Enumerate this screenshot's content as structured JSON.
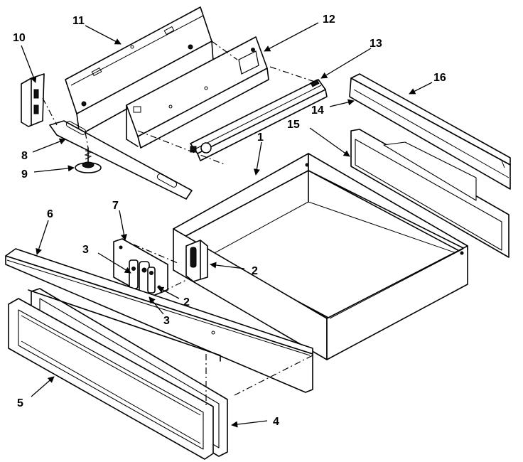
{
  "diagram": {
    "callouts": [
      {
        "id": "c1",
        "label": "1"
      },
      {
        "id": "c2a",
        "label": "2"
      },
      {
        "id": "c2b",
        "label": "2"
      },
      {
        "id": "c3a",
        "label": "3"
      },
      {
        "id": "c3b",
        "label": "3"
      },
      {
        "id": "c4",
        "label": "4"
      },
      {
        "id": "c5",
        "label": "5"
      },
      {
        "id": "c6",
        "label": "6"
      },
      {
        "id": "c7",
        "label": "7"
      },
      {
        "id": "c8",
        "label": "8"
      },
      {
        "id": "c9",
        "label": "9"
      },
      {
        "id": "c10",
        "label": "10"
      },
      {
        "id": "c11",
        "label": "11"
      },
      {
        "id": "c12",
        "label": "12"
      },
      {
        "id": "c13",
        "label": "13"
      },
      {
        "id": "c14",
        "label": "14"
      },
      {
        "id": "c15",
        "label": "15"
      },
      {
        "id": "c16",
        "label": "16"
      }
    ]
  }
}
